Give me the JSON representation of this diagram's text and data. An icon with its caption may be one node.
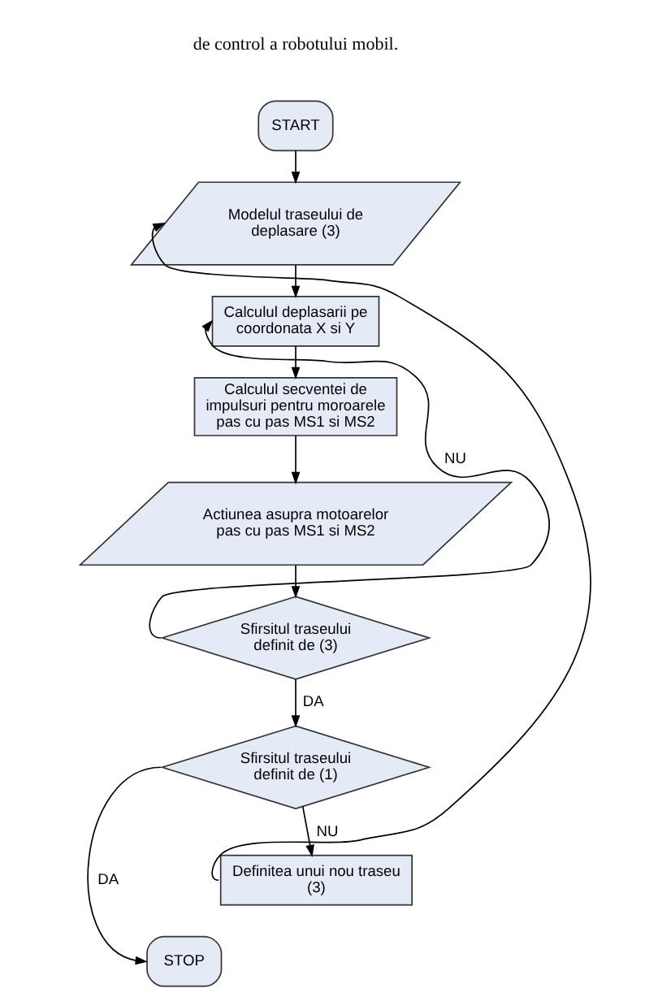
{
  "diagram": {
    "nodes": [
      {
        "text": [
          "START"
        ]
      },
      {
        "text": [
          "Modelul traseului de deplasare (3)"
        ]
      },
      {
        "text": [
          "Calculul deplasarii pe coordonata X si Y"
        ]
      },
      {
        "text": [
          "Calculul secventei de impulsuri pentru moroarele pas cu pas MS1 si MS2"
        ]
      },
      {
        "text": [
          "Actiunea asupra motoarelor pas cu pas MS1 si MS2"
        ]
      },
      {
        "text": [
          "Sfirsitul traseului definit de (3)"
        ]
      },
      {
        "text": [
          "Sfirsitul traseului definit de (1)"
        ]
      },
      {
        "text": [
          "Definitea unui nou traseu (3)"
        ]
      },
      {
        "text": [
          "STOP"
        ]
      }
    ],
    "edges": [
      {
        "from": 0,
        "to": 1,
        "arrow": "to"
      },
      {
        "from": 1,
        "to": 2,
        "arrow": "to"
      },
      {
        "from": 2,
        "to": 3,
        "arrow": "to"
      },
      {
        "from": 3,
        "to": 4,
        "arrow": "to"
      },
      {
        "from": 4,
        "to": 5,
        "arrow": "to"
      },
      {
        "from": 5,
        "to": 2,
        "label": "NU",
        "arrow": "to"
      },
      {
        "from": 5,
        "to": 6,
        "label": "DA",
        "arrow": "to"
      },
      {
        "from": 6,
        "to": 8,
        "label": "DA",
        "arrow": "to"
      },
      {
        "from": 6,
        "to": 7,
        "label": "NU",
        "arrow": "to"
      },
      {
        "from": 7,
        "to": 1,
        "arrow": "to"
      }
    ],
    "labels": [
      "de control a robotului mobil."
    ]
  }
}
